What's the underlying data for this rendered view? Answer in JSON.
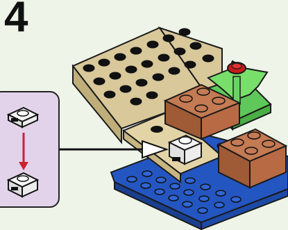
{
  "step": {
    "number": "4"
  },
  "colors": {
    "background": "#eef4e8",
    "tan": "#d8c89a",
    "brown": "#b86a44",
    "green": "#5ec85a",
    "blue": "#2456c2",
    "red": "#c61a1a",
    "white": "#ffffff",
    "callout_bg": "#e3d3ea",
    "arrow_red": "#cc2233"
  },
  "icons": [
    "step-number",
    "callout-box",
    "white-tile-icon",
    "white-1x1-brick-icon",
    "red-down-arrow-icon",
    "pointer-arrow-icon"
  ]
}
